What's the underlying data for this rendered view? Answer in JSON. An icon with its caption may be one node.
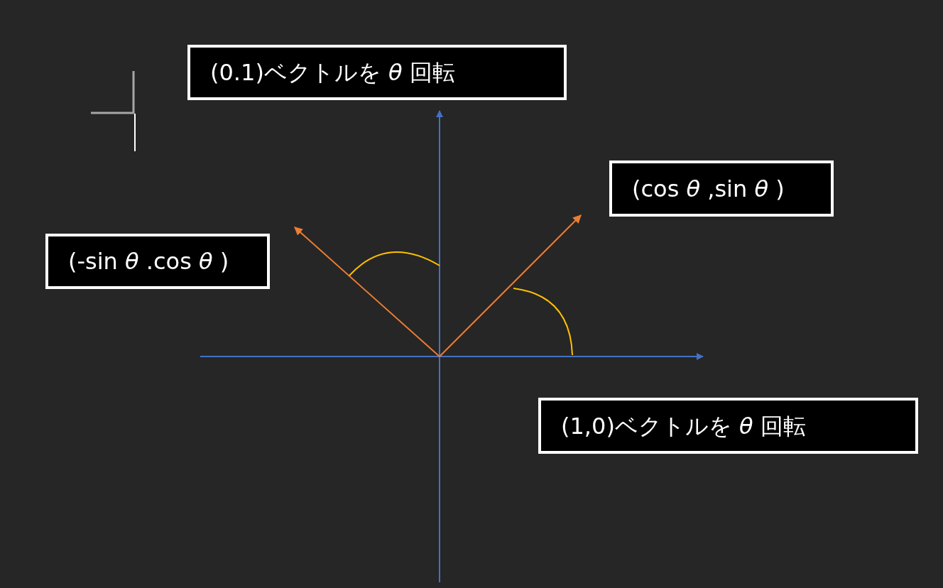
{
  "diagram": {
    "nodes": [
      {
        "text": [
          "(0.1)ベクトルを *θ* 回転"
        ]
      },
      {
        "text": [
          "(cos *θ* ,sin *θ* )"
        ]
      },
      {
        "text": [
          "(-sin *θ* .cos *θ* )"
        ]
      },
      {
        "text": [
          "(1,0)ベクトルを *θ* 回転"
        ]
      }
    ]
  }
}
